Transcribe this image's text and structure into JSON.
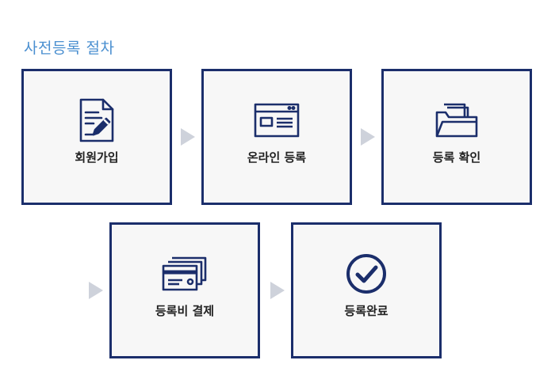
{
  "section": {
    "title": "사전등록 절차"
  },
  "steps": [
    {
      "label": "회원가입",
      "icon": "document-pen-icon"
    },
    {
      "label": "온라인 등록",
      "icon": "browser-window-icon"
    },
    {
      "label": "등록 확인",
      "icon": "folder-icon"
    },
    {
      "label": "등록비 결제",
      "icon": "credit-card-icon"
    },
    {
      "label": "등록완료",
      "icon": "check-circle-icon"
    }
  ],
  "colors": {
    "accent": "#4a8fd0",
    "border": "#1b2e6b",
    "arrow": "#ced2db",
    "box_bg": "#f7f7f7"
  }
}
